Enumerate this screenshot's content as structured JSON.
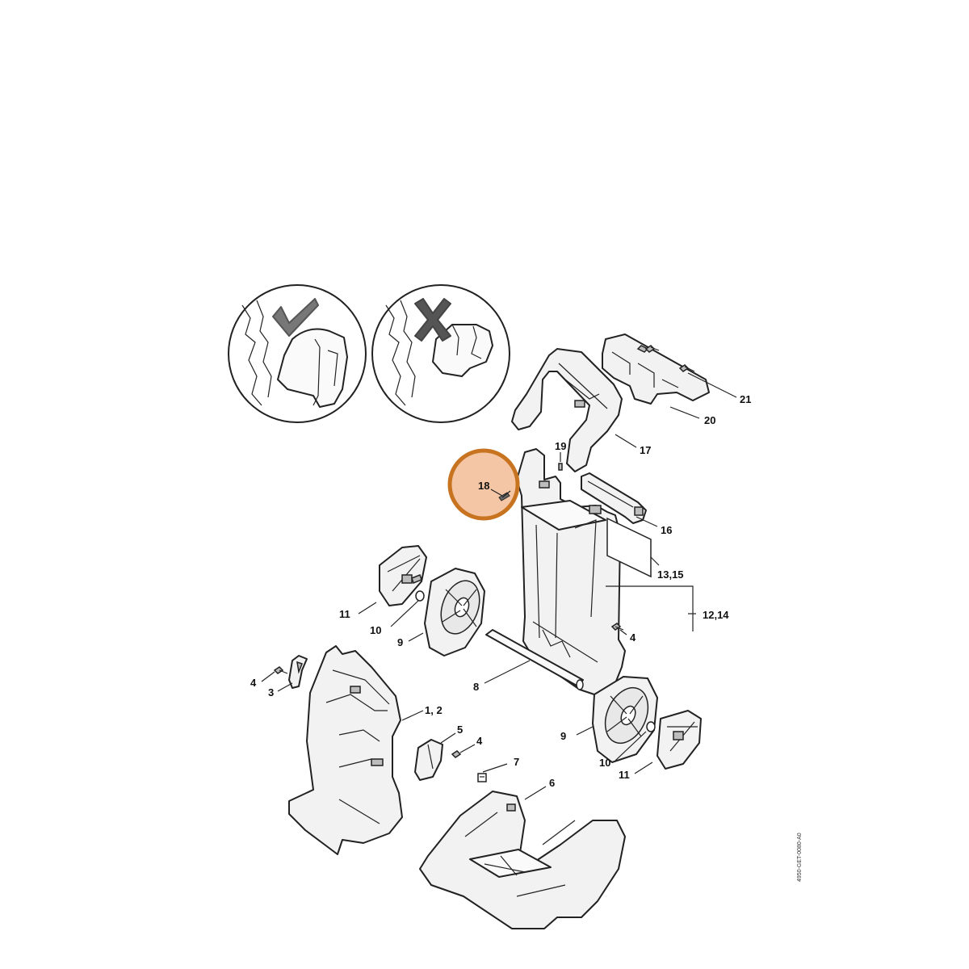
{
  "diagram": {
    "callouts": {
      "c1_2": "1, 2",
      "c3": "3",
      "c4a": "4",
      "c4b": "4",
      "c4c": "4",
      "c5": "5",
      "c6": "6",
      "c7": "7",
      "c8": "8",
      "c9a": "9",
      "c9b": "9",
      "c10a": "10",
      "c10b": "10",
      "c11a": "11",
      "c11b": "11",
      "c12_14": "12,14",
      "c13_15": "13,15",
      "c16": "16",
      "c17": "17",
      "c18": "18",
      "c19": "19",
      "c20": "20",
      "c21": "21"
    },
    "highlight": {
      "part": "18",
      "color": "#f5c6a5",
      "border_color": "#c8731f"
    },
    "doc_id": "4950-GET-0080-A0"
  }
}
